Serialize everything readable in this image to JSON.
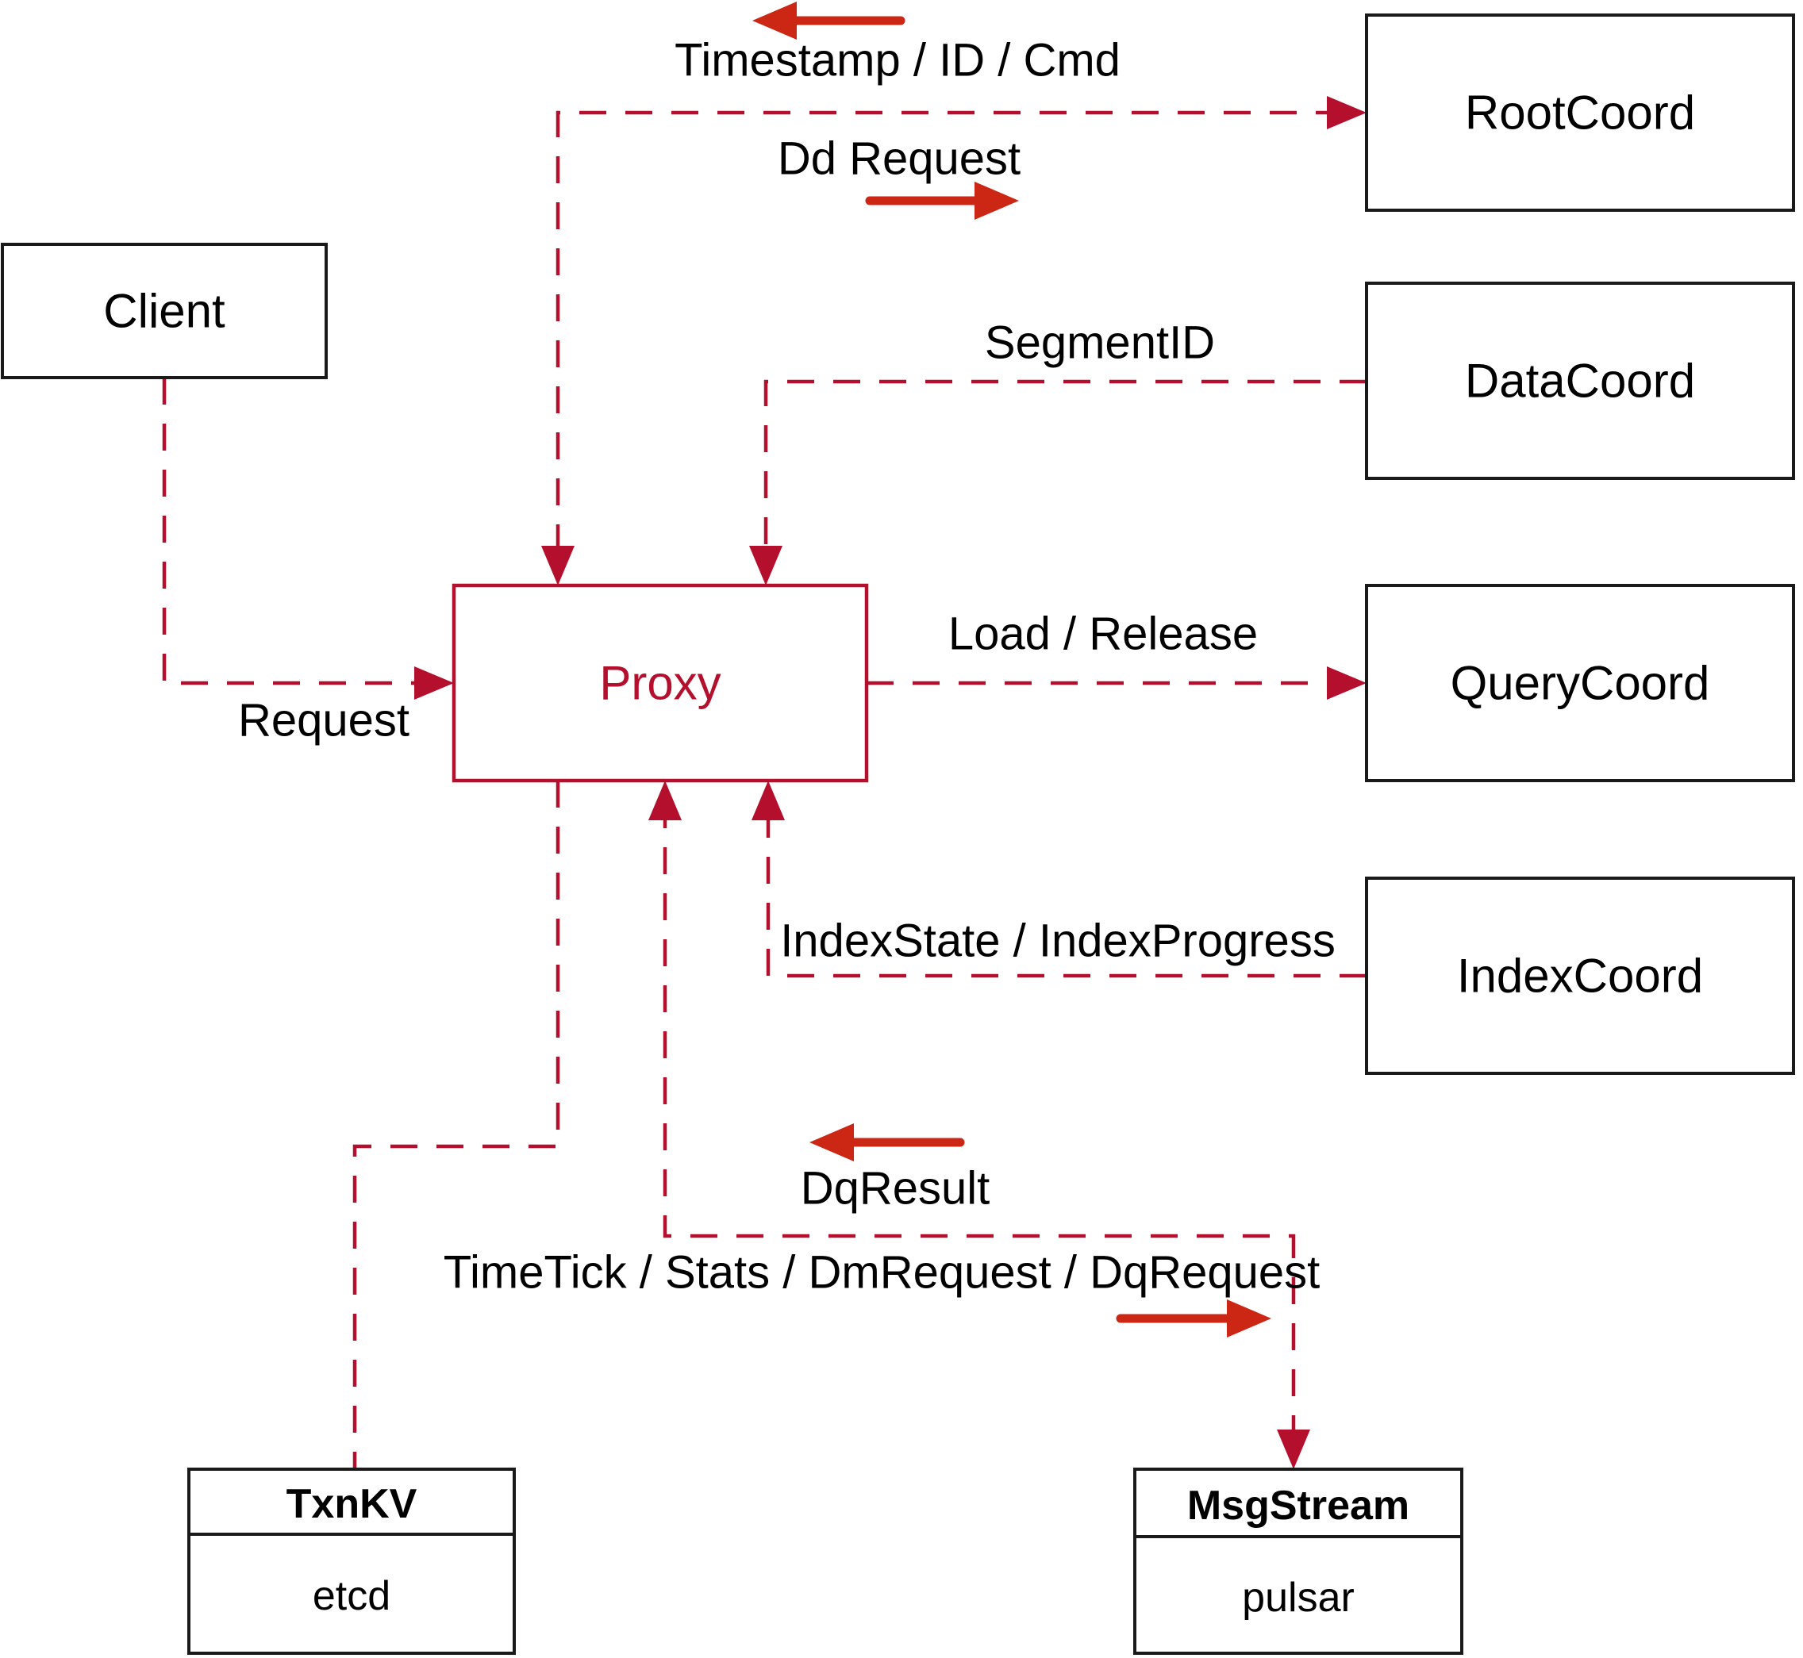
{
  "diagram": {
    "nodes": {
      "client": {
        "label": "Client"
      },
      "proxy": {
        "label": "Proxy"
      },
      "root_coord": {
        "label": "RootCoord"
      },
      "data_coord": {
        "label": "DataCoord"
      },
      "query_coord": {
        "label": "QueryCoord"
      },
      "index_coord": {
        "label": "IndexCoord"
      },
      "txn_kv": {
        "title": "TxnKV",
        "subtitle": "etcd"
      },
      "msg_stream": {
        "title": "MsgStream",
        "subtitle": "pulsar"
      }
    },
    "edge_labels": {
      "timestamp_id_cmd": "Timestamp / ID / Cmd",
      "dd_request": "Dd Request",
      "segment_id": "SegmentID",
      "load_release": "Load / Release",
      "index_state": "IndexState / IndexProgress",
      "request": "Request",
      "dq_result": "DqResult",
      "timetick": "TimeTick / Stats / DmRequest / DqRequest"
    },
    "colors": {
      "dashed_line": "#b4102e",
      "solid_arrow": "#cc2615",
      "box_border": "#1a1a1a",
      "text": "#000000",
      "bg": "#ffffff"
    }
  }
}
